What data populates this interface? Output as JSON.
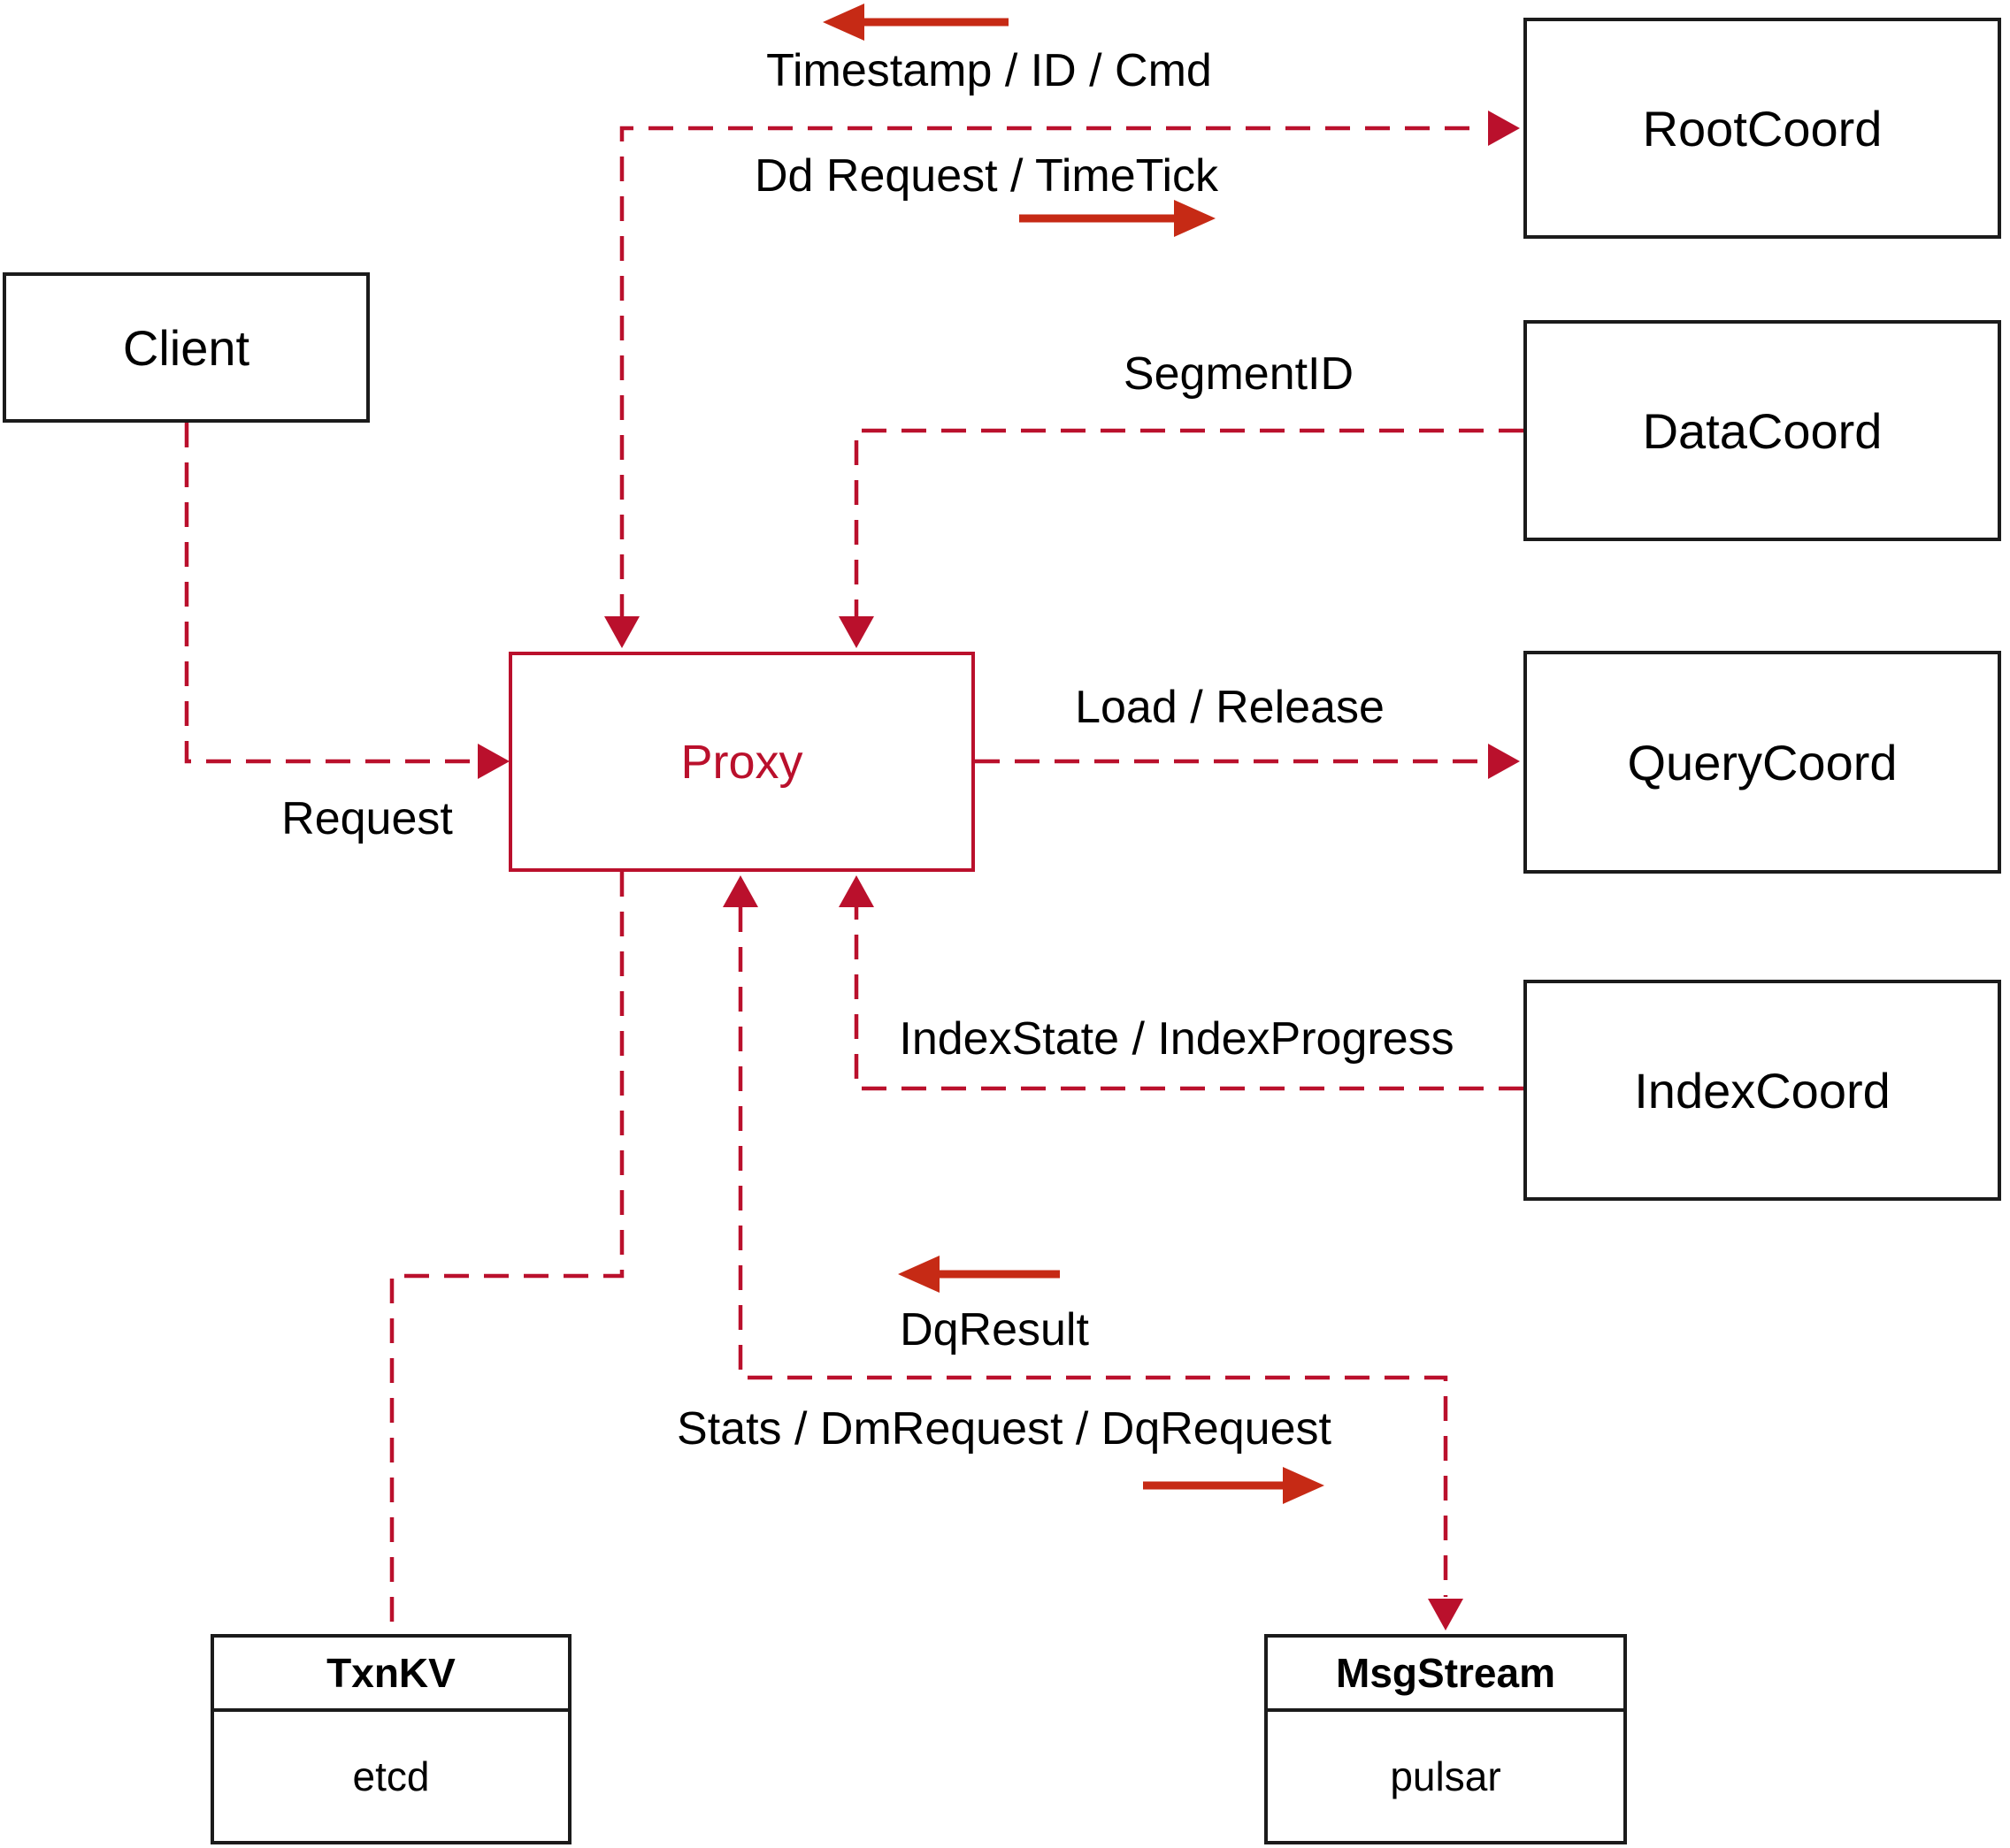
{
  "diagram": {
    "nodes": {
      "client": {
        "label": "Client"
      },
      "proxy": {
        "label": "Proxy"
      },
      "root_coord": {
        "label": "RootCoord"
      },
      "data_coord": {
        "label": "DataCoord"
      },
      "query_coord": {
        "label": "QueryCoord"
      },
      "index_coord": {
        "label": "IndexCoord"
      },
      "txn_kv": {
        "title": "TxnKV",
        "impl": "etcd"
      },
      "msg_stream": {
        "title": "MsgStream",
        "impl": "pulsar"
      }
    },
    "edge_labels": {
      "timestamp_id_cmd": "Timestamp / ID / Cmd",
      "dd_request_timetick": "Dd Request / TimeTick",
      "segment_id": "SegmentID",
      "request": "Request",
      "load_release": "Load / Release",
      "index_state_progress": "IndexState / IndexProgress",
      "dq_result": "DqResult",
      "stats_dm_dq": "Stats / DmRequest / DqRequest"
    },
    "colors": {
      "dashed_line": "#ba102c",
      "solid_arrow": "#c62a15",
      "box_border": "#1b1b1b",
      "text": "#000000",
      "background": "#ffffff"
    }
  }
}
